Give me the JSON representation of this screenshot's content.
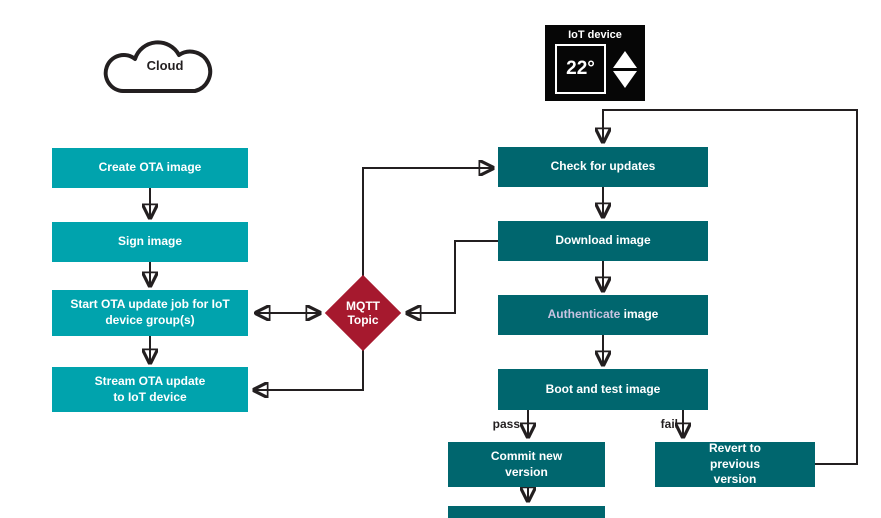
{
  "colors": {
    "left_box": "#00A3AD",
    "right_box": "#00666E",
    "diamond": "#A6192E",
    "accent_text": "#C7C3E1",
    "line": "#231F20"
  },
  "cloud": {
    "label": "Cloud"
  },
  "iot_device": {
    "label": "IoT device",
    "temperature": "22°"
  },
  "left_column": {
    "items": [
      {
        "label": "Create OTA image"
      },
      {
        "label": "Sign image"
      },
      {
        "label": "Start OTA update job for IoT device group(s)"
      },
      {
        "label": "Stream OTA update to IoT device"
      }
    ]
  },
  "diamond": {
    "line1": "MQTT",
    "line2": "Topic"
  },
  "right_column": {
    "items": [
      {
        "label": "Check for updates"
      },
      {
        "label": "Download image"
      },
      {
        "accent": "Authenticate",
        "rest": " image"
      },
      {
        "label": "Boot and test image"
      }
    ]
  },
  "branches": {
    "pass_label": "pass",
    "fail_label": "fail"
  },
  "bottom": {
    "commit": "Commit new version",
    "revert": "Revert to previous version"
  }
}
